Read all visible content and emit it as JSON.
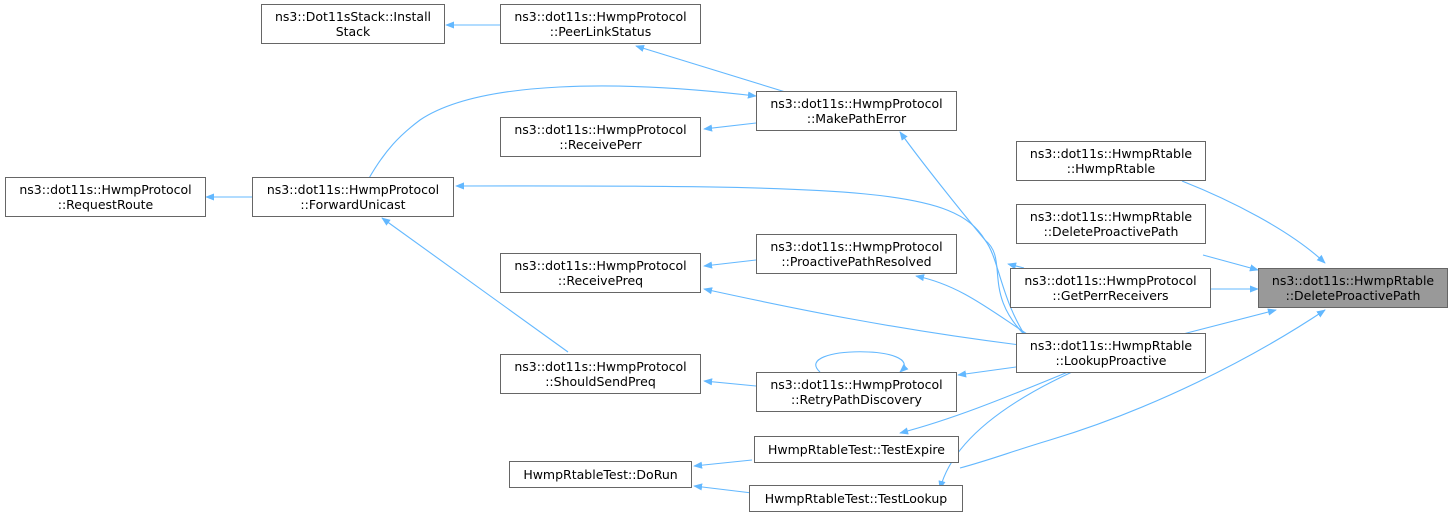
{
  "colors": {
    "edge": "#63b8ff",
    "border": "#666666",
    "focus_fill": "#999999",
    "background": "#ffffff"
  },
  "nodes": {
    "dot11s_install": {
      "lines": [
        "ns3::Dot11sStack::Install",
        "Stack"
      ]
    },
    "peer_link_status": {
      "lines": [
        "ns3::dot11s::HwmpProtocol",
        "::PeerLinkStatus"
      ]
    },
    "make_path_error": {
      "lines": [
        "ns3::dot11s::HwmpProtocol",
        "::MakePathError"
      ]
    },
    "receive_perr": {
      "lines": [
        "ns3::dot11s::HwmpProtocol",
        "::ReceivePerr"
      ]
    },
    "request_route": {
      "lines": [
        "ns3::dot11s::HwmpProtocol",
        "::RequestRoute"
      ]
    },
    "forward_unicast": {
      "lines": [
        "ns3::dot11s::HwmpProtocol",
        "::ForwardUnicast"
      ]
    },
    "hwmp_rtable_ctor": {
      "lines": [
        "ns3::dot11s::HwmpRtable",
        "::HwmpRtable"
      ]
    },
    "rtable_delete_proactive": {
      "lines": [
        "ns3::dot11s::HwmpRtable",
        "::DeleteProactivePath"
      ]
    },
    "proactive_path_resolved": {
      "lines": [
        "ns3::dot11s::HwmpProtocol",
        "::ProactivePathResolved"
      ]
    },
    "receive_preq": {
      "lines": [
        "ns3::dot11s::HwmpProtocol",
        "::ReceivePreq"
      ]
    },
    "get_perr_receivers": {
      "lines": [
        "ns3::dot11s::HwmpProtocol",
        "::GetPerrReceivers"
      ]
    },
    "focus_delete_proactive": {
      "lines": [
        "ns3::dot11s::HwmpRtable",
        "::DeleteProactivePath"
      ]
    },
    "lookup_proactive": {
      "lines": [
        "ns3::dot11s::HwmpRtable",
        "::LookupProactive"
      ]
    },
    "should_send_preq": {
      "lines": [
        "ns3::dot11s::HwmpProtocol",
        "::ShouldSendPreq"
      ]
    },
    "retry_path_discovery": {
      "lines": [
        "ns3::dot11s::HwmpProtocol",
        "::RetryPathDiscovery"
      ]
    },
    "test_expire": {
      "lines": [
        "HwmpRtableTest::TestExpire"
      ]
    },
    "do_run": {
      "lines": [
        "HwmpRtableTest::DoRun"
      ]
    },
    "test_lookup": {
      "lines": [
        "HwmpRtableTest::TestLookup"
      ]
    }
  }
}
